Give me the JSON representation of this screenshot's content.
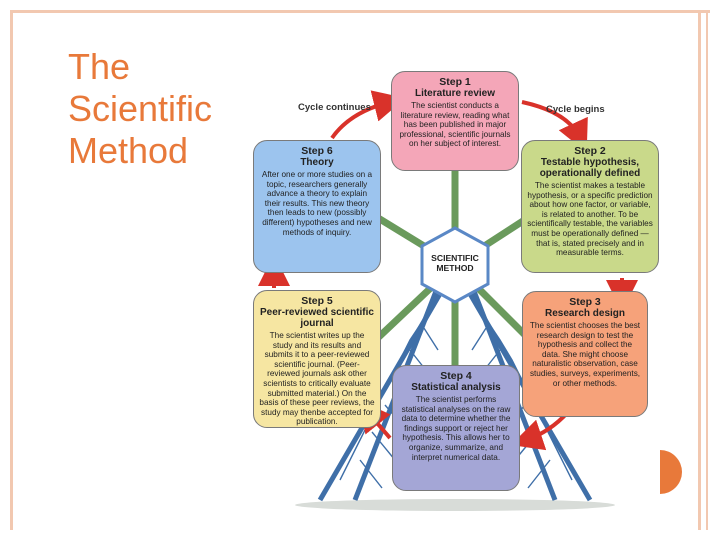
{
  "slide": {
    "title_lines": [
      "The",
      "Scientific",
      "Method"
    ],
    "accent_color": "#e8793a"
  },
  "diagram": {
    "hub_label_lines": [
      "SCIENTIFIC",
      "METHOD"
    ],
    "cycle_continues": "Cycle continues",
    "cycle_begins": "Cycle begins",
    "steps": [
      {
        "number": "Step 1",
        "name": "Literature review",
        "description": "The scientist conducts a literature review, reading what has been published in major professional, scientific journals on her subject of interest.",
        "color": "#f4a6b8"
      },
      {
        "number": "Step 2",
        "name": "Testable hypothesis, operationally defined",
        "description": "The scientist makes a testable hypothesis, or a specific prediction about how one factor, or variable, is related to another. To be scientifically testable, the variables must be operationally defined —that is, stated precisely and in measurable terms.",
        "color": "#c9d98a"
      },
      {
        "number": "Step 3",
        "name": "Research design",
        "description": "The scientist chooses the best research design to test the hypothesis and collect the data. She might choose naturalistic observation, case studies, surveys, experiments, or other methods.",
        "color": "#f6a27a"
      },
      {
        "number": "Step 4",
        "name": "Statistical analysis",
        "description": "The scientist performs statistical analyses on the raw data to determine whether the findings support or reject her hypothesis. This allows her to organize, summarize, and interpret numerical data.",
        "color": "#a4a6d6"
      },
      {
        "number": "Step 5",
        "name": "Peer-reviewed scientific journal",
        "description": "The scientist writes up the study and its results and submits it to a peer-reviewed scientific journal. (Peer-reviewed journals ask other scientists to critically evaluate submitted material.) On the basis of these peer reviews, the study may thenbe accepted for publication.",
        "color": "#f6e6a2"
      },
      {
        "number": "Step 6",
        "name": "Theory",
        "description": "After one or more studies on a topic, researchers generally advance a theory to explain their results. This new theory then leads to new (possibly different) hypotheses and new methods of inquiry.",
        "color": "#9cc4ee"
      }
    ]
  }
}
